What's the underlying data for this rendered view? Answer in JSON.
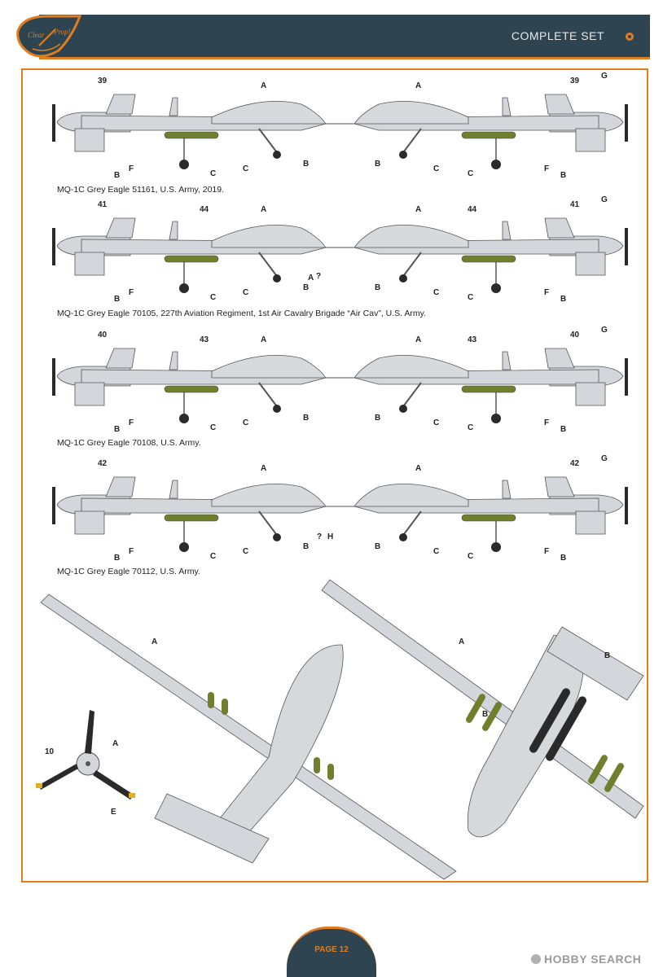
{
  "header": {
    "title": "COMPLETE SET",
    "logo_text": "Clear Prop!"
  },
  "footer": {
    "page_label": "PAGE 12",
    "watermark": "HOBBY SEARCH"
  },
  "captions": [
    "MQ-1C Grey Eagle 51161, U.S. Army, 2019.",
    "MQ-1C Grey Eagle 70105, 227th Aviation Regiment, 1st Air Cavalry Brigade “Air Cav”, U.S. Army.",
    "MQ-1C Grey Eagle 70108, U.S. Army.",
    "MQ-1C Grey Eagle 70112, U.S. Army."
  ],
  "profiles": [
    {
      "number": "39",
      "unit_marking": ""
    },
    {
      "number": "41",
      "unit_marking": "44"
    },
    {
      "number": "40",
      "unit_marking": "43"
    },
    {
      "number": "42",
      "unit_marking": ""
    }
  ],
  "labels": {
    "A": "A",
    "B": "B",
    "C": "C",
    "E": "E",
    "F": "F",
    "G": "G",
    "H": "H",
    "ten": "10",
    "q": "?"
  },
  "colors": {
    "accent": "#e07e1f",
    "header": "#2e4450",
    "body": "#d3d6da",
    "olive": "#6f7f2e",
    "dark": "#2a2a2a"
  }
}
